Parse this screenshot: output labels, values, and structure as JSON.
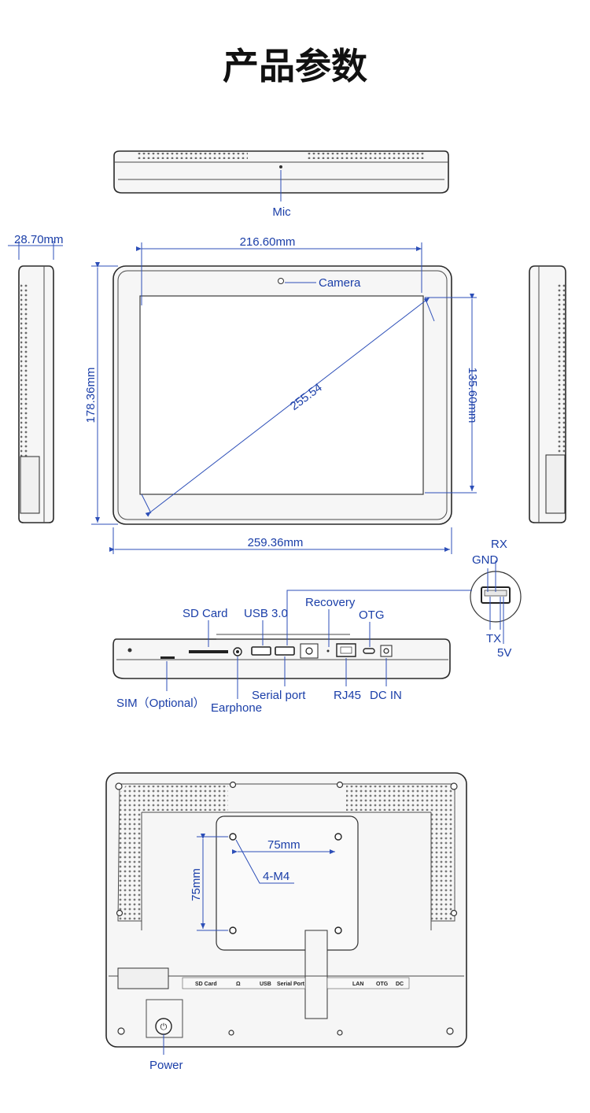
{
  "page_title": "产品参数",
  "top_view": {
    "mic": "Mic"
  },
  "side_view": {
    "depth": "28.70mm"
  },
  "front_view": {
    "screen_width": "216.60mm",
    "camera": "Camera",
    "height": "178.36mm",
    "diagonal": "255.54",
    "screen_height": "135.60mm",
    "width": "259.36mm"
  },
  "usb_pinout": {
    "rx": "RX",
    "gnd": "GND",
    "tx": "TX",
    "v5": "5V"
  },
  "ports_view": {
    "sd_card": "SD Card",
    "usb30": "USB 3.0",
    "recovery": "Recovery",
    "otg": "OTG",
    "sim": "SIM（Optional）",
    "earphone": "Earphone",
    "serial_port": "Serial port",
    "rj45": "RJ45",
    "dc_in": "DC IN"
  },
  "back_view": {
    "vesa_h": "75mm",
    "screws": "4-M4",
    "vesa_v": "75mm",
    "power": "Power",
    "strip_sd": "SD Card",
    "strip_usb": "USB",
    "strip_serial": "Serial Port",
    "strip_lan": "LAN",
    "strip_otg": "OTG",
    "strip_dc": "DC"
  },
  "colors": {
    "label": "#1a3ea8",
    "line": "#2d4fb8",
    "outline": "#2a2a2a"
  }
}
